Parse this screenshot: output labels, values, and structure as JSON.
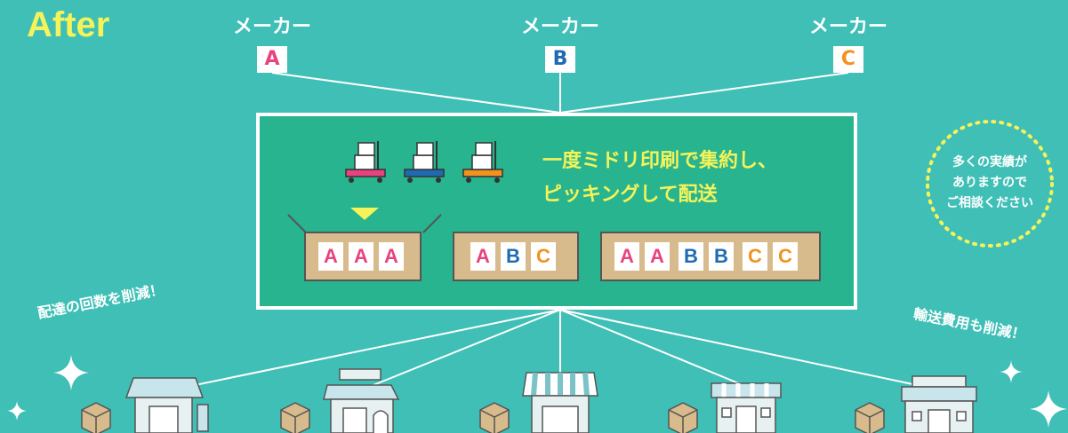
{
  "title": "After",
  "makers": [
    {
      "label": "メーカー",
      "code": "A",
      "color": "#e8427f"
    },
    {
      "label": "メーカー",
      "code": "B",
      "color": "#1e6bb1"
    },
    {
      "label": "メーカー",
      "code": "C",
      "color": "#f29320"
    }
  ],
  "center": {
    "line1": "一度ミドリ印刷で集約し、",
    "line2": "ピッキングして配送",
    "crates": [
      [
        "A",
        "A",
        "A"
      ],
      [
        "A",
        "B",
        "C"
      ],
      [
        "A",
        "A",
        "B",
        "B",
        "C",
        "C"
      ]
    ]
  },
  "left_note": "配達の回数を削減！",
  "right_note": "輸送費用も削減！",
  "badge": [
    "多くの実績が",
    "ありますので",
    "ご相談ください"
  ],
  "colors": {
    "background": "#3fbfb6",
    "hub": "#27b48e",
    "title": "#f4f35a",
    "a": "#e8427f",
    "b": "#1e6bb1",
    "c": "#f29320"
  },
  "icons": [
    "sparkle-icon",
    "cart-icon",
    "box-icon",
    "store-icon",
    "down-arrow-icon"
  ]
}
